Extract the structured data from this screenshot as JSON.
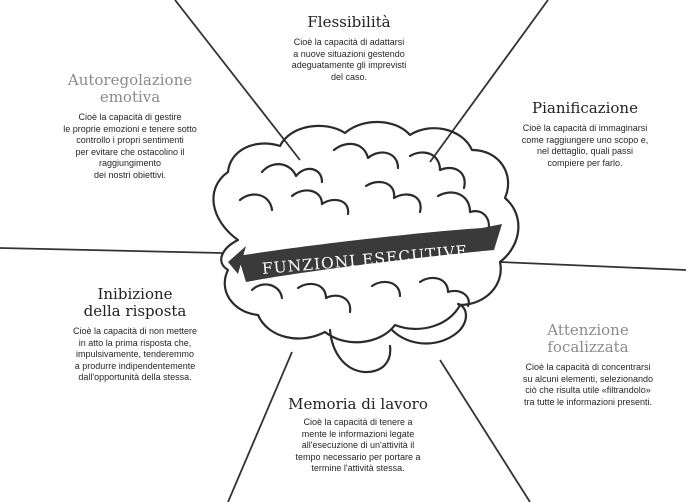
{
  "diagram": {
    "center_label": "FUNZIONI ESECUTIVE",
    "sections": {
      "flessibilita": {
        "title": [
          "Flessibilità"
        ],
        "body": [
          "Cioè la capacità di adattarsi",
          "a nuove situazioni gestendo",
          "adeguatamente gli imprevisti",
          "del caso."
        ]
      },
      "autoregolazione": {
        "title": [
          "Autoregolazione",
          "emotiva"
        ],
        "body": [
          "Cioè la capacità di gestire",
          "le proprie emozioni e tenere sotto",
          "controllo i propri sentimenti",
          "per evitare che ostacolino il",
          "raggiungimento",
          "dei nostri obiettivi."
        ]
      },
      "pianificazione": {
        "title": [
          "Pianificazione"
        ],
        "body": [
          "Cioè la capacità di immaginarsi",
          "come raggiungere uno scopo e,",
          "nel dettaglio, quali passi",
          "compiere per farlo."
        ]
      },
      "inibizione": {
        "title": [
          "Inibizione",
          "della risposta"
        ],
        "body": [
          "Cioè la capacità di non mettere",
          "in atto la prima risposta che,",
          "impulsivamente, tenderemmo",
          "a produrre indipendentemente",
          "dall'opportunità della stessa."
        ]
      },
      "attenzione": {
        "title": [
          "Attenzione",
          "focalizzata"
        ],
        "body": [
          "Cioè la capacità di concentrarsi",
          "su alcuni elementi, selezionando",
          "ciò che risulta utile «filtrandolo»",
          "tra tutte le informazioni presenti."
        ]
      },
      "memoria": {
        "title": [
          "Memoria di lavoro"
        ],
        "body": [
          "Cioè la capacità di tenere a",
          "mente le informazioni legate",
          "all'esecuzione di un'attività il",
          "tempo necessario per portare a",
          "termine l'attività stessa."
        ]
      }
    }
  }
}
